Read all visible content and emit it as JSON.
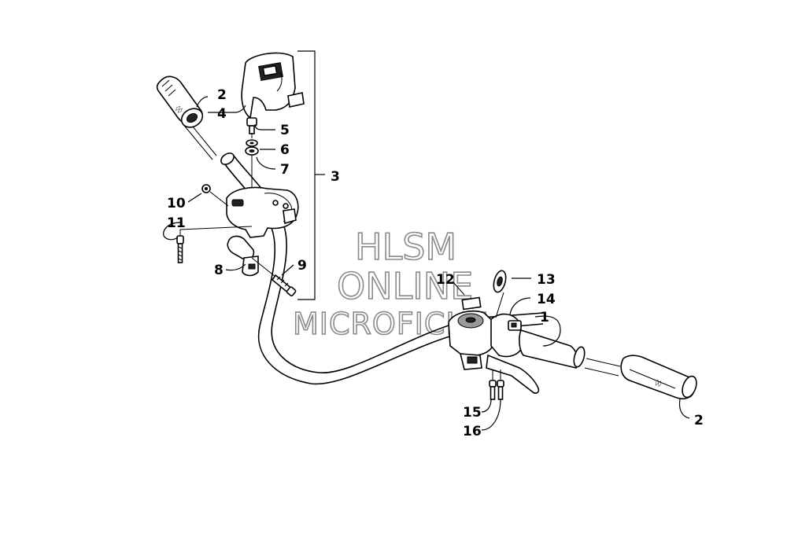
{
  "watermark": {
    "line1": "HLSM",
    "line2": "ONLINE",
    "line3": "MICROFICHE"
  },
  "callouts": {
    "c1": "1",
    "c2_left": "2",
    "c2_right": "2",
    "c3": "3",
    "c4": "4",
    "c5": "5",
    "c6": "6",
    "c7": "7",
    "c8": "8",
    "c9": "9",
    "c10": "10",
    "c11": "11",
    "c12": "12",
    "c13": "13",
    "c14": "14",
    "c15": "15",
    "c16": "16"
  }
}
